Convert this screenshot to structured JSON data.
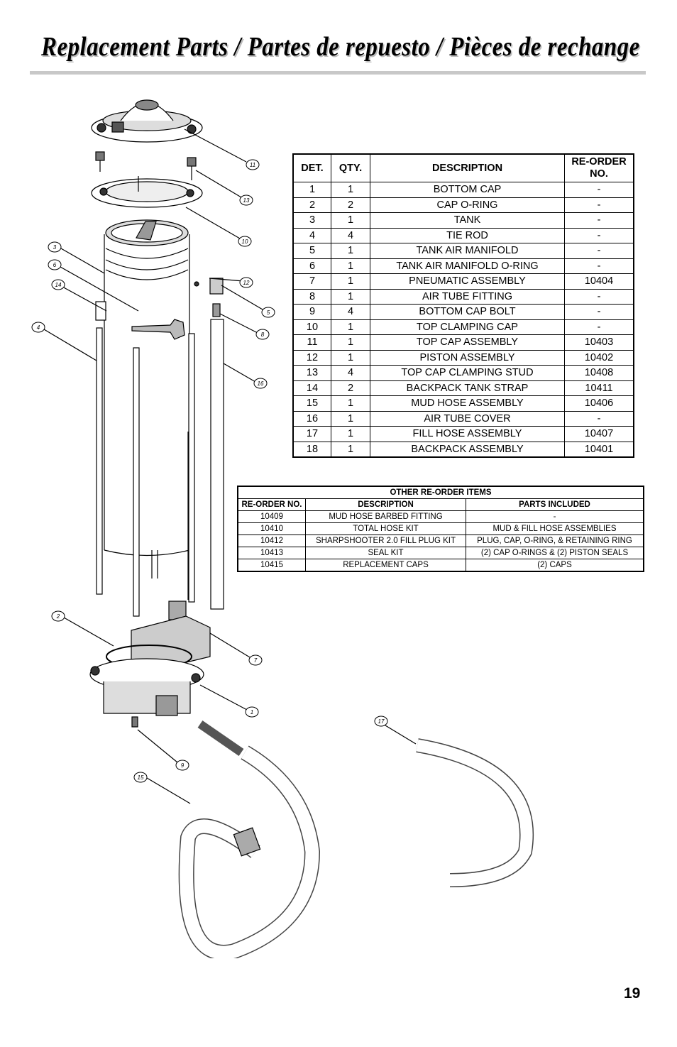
{
  "page": {
    "title": "Replacement Parts / Partes de repuesto / Pièces de rechange",
    "page_number": "19"
  },
  "parts_table": {
    "headers": [
      "DET.",
      "QTY.",
      "DESCRIPTION",
      "RE-ORDER NO."
    ],
    "rows": [
      [
        "1",
        "1",
        "BOTTOM CAP",
        "-"
      ],
      [
        "2",
        "2",
        "CAP O-RING",
        "-"
      ],
      [
        "3",
        "1",
        "TANK",
        "-"
      ],
      [
        "4",
        "4",
        "TIE ROD",
        "-"
      ],
      [
        "5",
        "1",
        "TANK AIR MANIFOLD",
        "-"
      ],
      [
        "6",
        "1",
        "TANK AIR MANIFOLD O-RING",
        "-"
      ],
      [
        "7",
        "1",
        "PNEUMATIC ASSEMBLY",
        "10404"
      ],
      [
        "8",
        "1",
        "AIR TUBE FITTING",
        "-"
      ],
      [
        "9",
        "4",
        "BOTTOM CAP BOLT",
        "-"
      ],
      [
        "10",
        "1",
        "TOP CLAMPING CAP",
        "-"
      ],
      [
        "11",
        "1",
        "TOP CAP ASSEMBLY",
        "10403"
      ],
      [
        "12",
        "1",
        "PISTON ASSEMBLY",
        "10402"
      ],
      [
        "13",
        "4",
        "TOP CAP CLAMPING STUD",
        "10408"
      ],
      [
        "14",
        "2",
        "BACKPACK TANK STRAP",
        "10411"
      ],
      [
        "15",
        "1",
        "MUD HOSE ASSEMBLY",
        "10406"
      ],
      [
        "16",
        "1",
        "AIR TUBE COVER",
        "-"
      ],
      [
        "17",
        "1",
        "FILL HOSE ASSEMBLY",
        "10407"
      ],
      [
        "18",
        "1",
        "BACKPACK ASSEMBLY",
        "10401"
      ]
    ]
  },
  "other_table": {
    "title": "OTHER RE-ORDER ITEMS",
    "headers": [
      "RE-ORDER NO.",
      "DESCRIPTION",
      "PARTS INCLUDED"
    ],
    "rows": [
      [
        "10409",
        "MUD HOSE BARBED FITTING",
        "-"
      ],
      [
        "10410",
        "TOTAL HOSE KIT",
        "MUD & FILL HOSE ASSEMBLIES"
      ],
      [
        "10412",
        "SHARPSHOOTER 2.0 FILL PLUG KIT",
        "PLUG, CAP, O-RING, & RETAINING RING"
      ],
      [
        "10413",
        "SEAL KIT",
        "(2) CAP O-RINGS & (2) PISTON SEALS"
      ],
      [
        "10415",
        "REPLACEMENT CAPS",
        "(2) CAPS"
      ]
    ]
  },
  "callouts": [
    "11",
    "13",
    "10",
    "3",
    "6",
    "14",
    "12",
    "5",
    "4",
    "8",
    "16",
    "2",
    "7",
    "1",
    "17",
    "9",
    "15"
  ]
}
